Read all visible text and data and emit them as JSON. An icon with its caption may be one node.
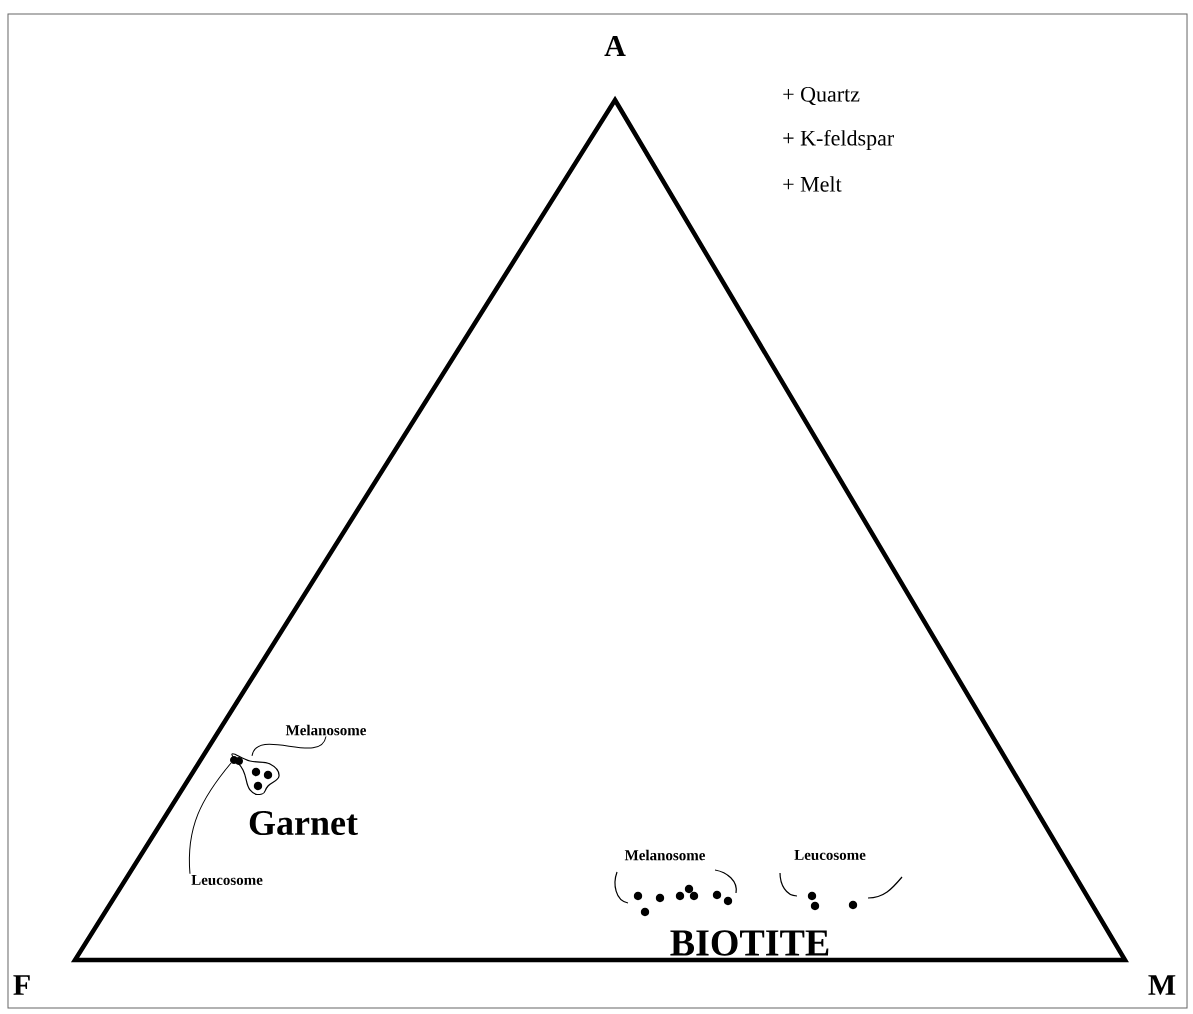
{
  "diagram": {
    "nodes": [
      {
        "text": [
          "Melanosome"
        ]
      },
      {
        "text": [],
        "shape": "cloud"
      },
      {
        "text": [
          "Leucosome"
        ]
      },
      {
        "text": [],
        "shape": "circle"
      }
    ],
    "edges": [
      {
        "from": 0,
        "to": 1,
        "arrow": "none"
      },
      {
        "from": 2,
        "to": 3,
        "arrow": "none"
      }
    ],
    "labels": [
      "A",
      "+ Quartz",
      "+ K-feldspar",
      "+ Melt",
      "Garnet",
      "Melanosome",
      "Leucosome",
      "BIOTITE",
      "F",
      "M"
    ]
  }
}
